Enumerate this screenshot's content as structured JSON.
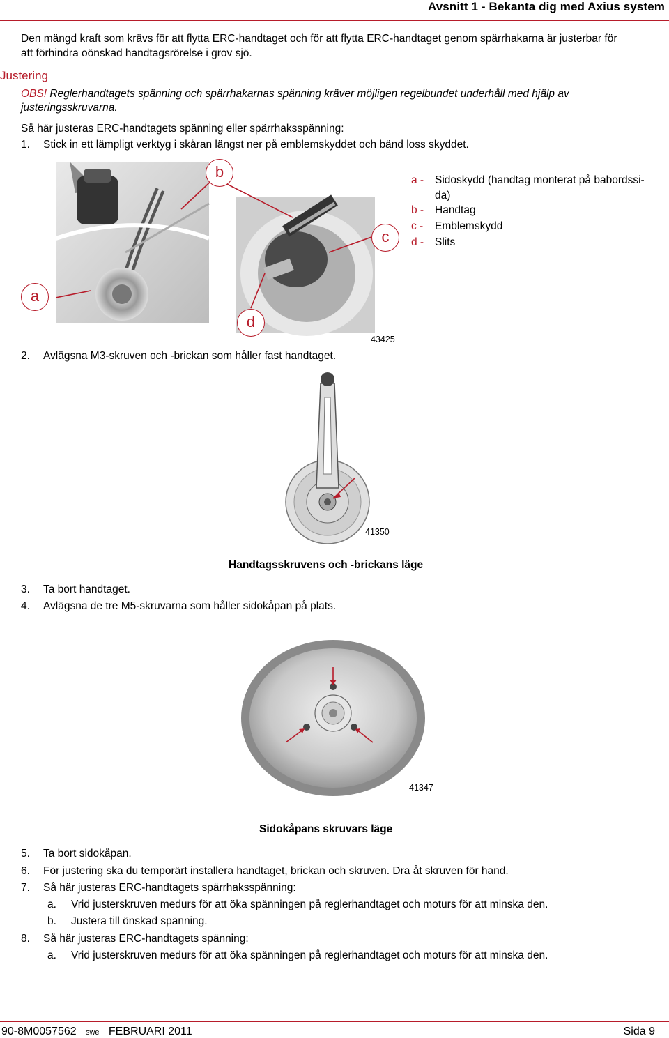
{
  "header": {
    "section_title": "Avsnitt 1 - Bekanta dig med Axius system"
  },
  "intro": "Den mängd kraft som krävs för att flytta ERC-handtaget och för att flytta ERC-handtaget genom spärrhakarna är justerbar för att förhindra oönskad handtagsrörelse i grov sjö.",
  "intro_line1": "Den mängd kraft som krävs för att flytta ERC-handtaget och för att flytta ERC-handtaget genom spärrhakarna är justerbar för",
  "intro_line2": "att förhindra oönskad handtagsrörelse i grov sjö.",
  "section_heading": "Justering",
  "note": {
    "label": "OBS!",
    "line1": " Reglerhandtagets spänning och spärrhakarnas spänning kräver möjligen regelbundet underhåll med hjälp av",
    "line2": "justeringsskruvarna."
  },
  "procedure_intro": "Så här justeras ERC-handtagets spänning eller spärrhaksspänning:",
  "steps": [
    {
      "num": "1.",
      "text": "Stick in ett lämpligt verktyg i skåran längst ner på emblemskyddet och bänd loss skyddet."
    },
    {
      "num": "2.",
      "text": "Avlägsna M3-skruven och -brickan som håller fast handtaget."
    },
    {
      "num": "3.",
      "text": "Ta bort handtaget."
    },
    {
      "num": "4.",
      "text": "Avlägsna de tre M5-skruvarna som håller sidokåpan på plats."
    },
    {
      "num": "5.",
      "text": "Ta bort sidokåpan."
    },
    {
      "num": "6.",
      "text": "För justering ska du temporärt installera handtaget, brickan och skruven. Dra åt skruven för hand."
    },
    {
      "num": "7.",
      "text": "Så här justeras ERC-handtagets spärrhaksspänning:"
    },
    {
      "num": "8.",
      "text": "Så här justeras ERC-handtagets spänning:"
    }
  ],
  "step7_sub": [
    {
      "num": "a.",
      "text": "Vrid justerskruven medurs för att öka spänningen på reglerhandtaget och moturs för att minska den."
    },
    {
      "num": "b.",
      "text": "Justera till önskad spänning."
    }
  ],
  "step8_sub": [
    {
      "num": "a.",
      "text": "Vrid justerskruven medurs för att öka spänningen på reglerhandtaget och moturs för att minska den."
    }
  ],
  "figure1": {
    "id": "43425",
    "callouts": {
      "a": "a",
      "b": "b",
      "c": "c",
      "d": "d"
    },
    "legend": [
      {
        "key": "a -",
        "val_line1": "Sidoskydd (handtag monterat på babordssi-",
        "val_line2": "da)"
      },
      {
        "key": "b -",
        "val_line1": "Handtag"
      },
      {
        "key": "c -",
        "val_line1": "Emblemskydd"
      },
      {
        "key": "d -",
        "val_line1": "Slits"
      }
    ]
  },
  "figure2": {
    "id": "41350",
    "caption": "Handtagsskruvens och -brickans läge"
  },
  "figure3": {
    "id": "41347",
    "caption": "Sidokåpans skruvars läge"
  },
  "footer": {
    "doc_number": "90-8M0057562",
    "lang": "swe",
    "date": "FEBRUARI  2011",
    "page": "Sida  9"
  },
  "colors": {
    "accent": "#b71c2a"
  }
}
